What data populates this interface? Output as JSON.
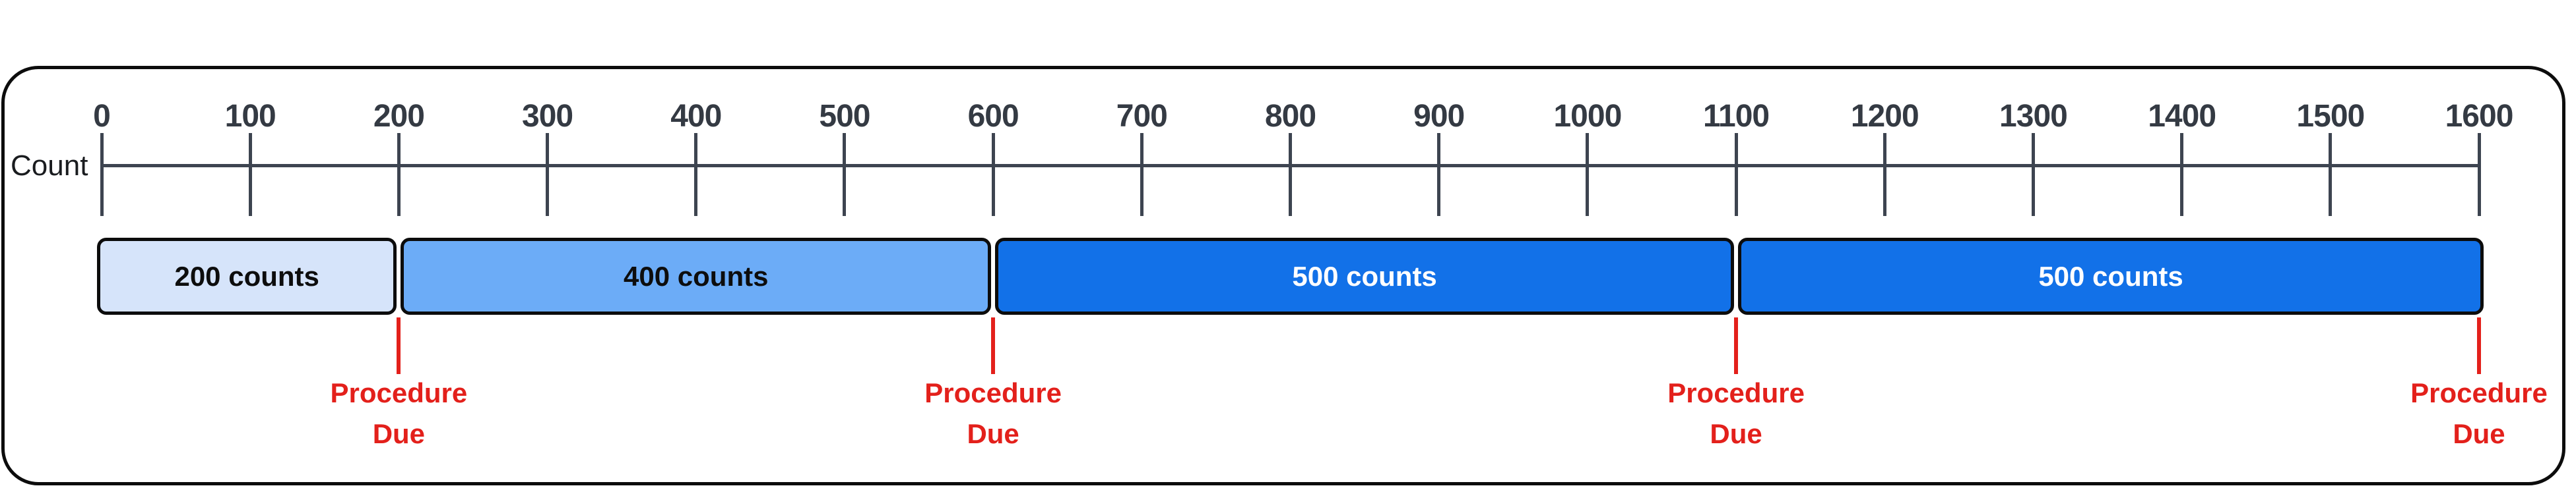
{
  "diagram": {
    "axis": {
      "label": "Count",
      "min": 0,
      "max": 1600,
      "tick_interval": 100,
      "tick_values": [
        "0",
        "100",
        "200",
        "300",
        "400",
        "500",
        "600",
        "700",
        "800",
        "900",
        "1000",
        "1100",
        "1200",
        "1300",
        "1400",
        "1500",
        "1600"
      ]
    },
    "segments": [
      {
        "label": "200 counts",
        "counts": 200,
        "start": 0,
        "end": 200,
        "fill": "#d6e4fa",
        "text_color": "#0d0d0d"
      },
      {
        "label": "400 counts",
        "counts": 400,
        "start": 200,
        "end": 600,
        "fill": "#6cacf7",
        "text_color": "#0d0d0d"
      },
      {
        "label": "500 counts",
        "counts": 500,
        "start": 600,
        "end": 1100,
        "fill": "#1271e8",
        "text_color": "#ffffff"
      },
      {
        "label": "500 counts",
        "counts": 500,
        "start": 1100,
        "end": 1600,
        "fill": "#1271e8",
        "text_color": "#ffffff"
      }
    ],
    "markers": [
      {
        "position": 200,
        "label": "Procedure\nDue"
      },
      {
        "position": 600,
        "label": "Procedure\nDue"
      },
      {
        "position": 1100,
        "label": "Procedure\nDue"
      },
      {
        "position": 1600,
        "label": "Procedure\nDue"
      }
    ],
    "colors": {
      "background": "#ffffff",
      "frame_border": "#0c0c0c",
      "axis": "#3d4450",
      "tick_label": "#343a43",
      "marker_red": "#e3201b"
    }
  }
}
